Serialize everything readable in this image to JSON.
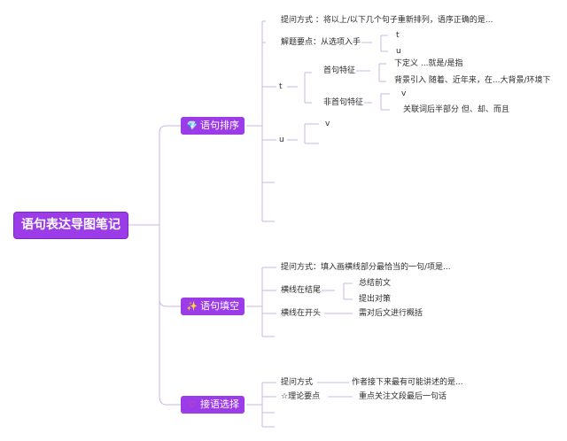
{
  "root": {
    "label": "语句表达导图笔记"
  },
  "topics": [
    {
      "label": "语句排序",
      "icon": "diamond-icon",
      "glyph": "💎",
      "color": "#f2c14e"
    },
    {
      "label": "语句填空",
      "icon": "magic-wand-icon",
      "glyph": "✨",
      "color": "#ff6a6a"
    },
    {
      "label": "接语选择",
      "icon": "heart-icon",
      "glyph": "♡",
      "color": "#ff4d6d"
    }
  ],
  "sort": {
    "n1": "提问方式 ：将以上/以下几个句子重新排列，语序正确的是...",
    "n2": "解题要点：从选项入手",
    "n2a": "t",
    "n2b": "u",
    "n3": "t",
    "n3a": "首句特征",
    "n3a1": "下定义 ...就是/是指",
    "n3a2": "背景引入 随着、近年来，在...大背景/环境下",
    "n3b": "非首句特征",
    "n3b1": "v",
    "n3b2": "关联词后半部分 但、却、而且",
    "n4": "u",
    "n4a": "v"
  },
  "fill": {
    "n1": "提问方式：填入画横线部分最恰当的一句/项是...",
    "n2": "横线在结尾",
    "n2a": "总结前文",
    "n2b": "提出对策",
    "n3": "横线在开头",
    "n3a": "需对后文进行概括"
  },
  "choose": {
    "n1": "提问方式",
    "n1a": "作者接下来最有可能讲述的是...",
    "n2": "☆理论要点",
    "n2a": "重点关注文段最后一句话"
  },
  "colors": {
    "accent": "#9b3ce8",
    "line": "#c9b6e6"
  }
}
